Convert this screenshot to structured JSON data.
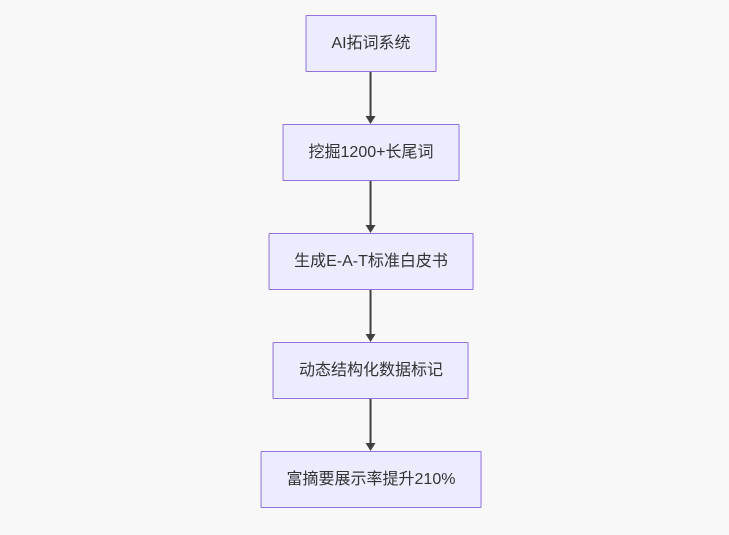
{
  "flowchart": {
    "nodes": [
      {
        "id": "ai-expansion-system",
        "label": "AI拓词系统"
      },
      {
        "id": "longtail-mining",
        "label": "挖掘1200+长尾词"
      },
      {
        "id": "eat-whitepaper",
        "label": "生成E-A-T标准白皮书"
      },
      {
        "id": "structured-data",
        "label": "动态结构化数据标记"
      },
      {
        "id": "rich-snippet-rate",
        "label": "富摘要展示率提升210%"
      }
    ],
    "edges": [
      {
        "from": "ai-expansion-system",
        "to": "longtail-mining"
      },
      {
        "from": "longtail-mining",
        "to": "eat-whitepaper"
      },
      {
        "from": "eat-whitepaper",
        "to": "structured-data"
      },
      {
        "from": "structured-data",
        "to": "rich-snippet-rate"
      }
    ]
  },
  "theme": {
    "background": "#f8f8f8",
    "node_fill": "#ECECFF",
    "node_border": "#9370DB",
    "text_color": "#333333",
    "arrow_color": "#404040"
  }
}
